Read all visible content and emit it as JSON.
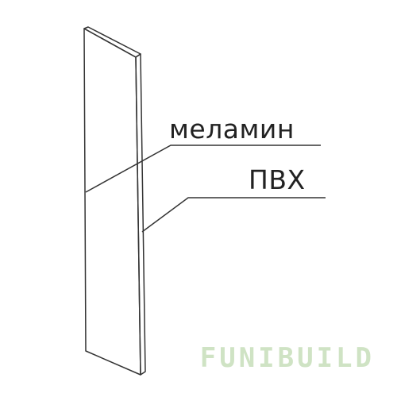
{
  "callouts": {
    "melamine": "меламин",
    "pvc": "ПВХ"
  },
  "watermark": {
    "text": "FUNIBUILD",
    "color": "#cfe3c4"
  },
  "colors": {
    "line": "#333333",
    "text": "#222222"
  }
}
